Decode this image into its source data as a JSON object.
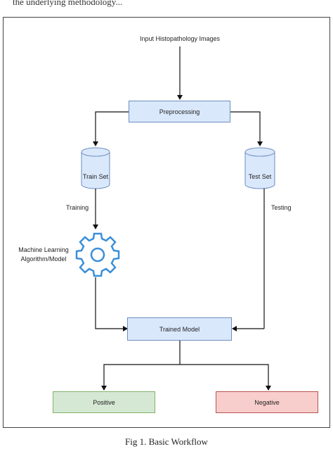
{
  "header_fragment": "the underlying methodology...",
  "diagram": {
    "input_label": "Input Histopathology Images",
    "preprocessing": "Preprocessing",
    "train_set": "Train Set",
    "test_set": "Test Set",
    "training_label": "Training",
    "testing_label": "Testing",
    "ml_label_line1": "Machine Learning",
    "ml_label_line2": "Algorithm/Model",
    "trained_model": "Trained Model",
    "positive": "Positive",
    "negative": "Negative"
  },
  "colors": {
    "process_fill": "#dae8fc",
    "process_border": "#6c8ebf",
    "positive_fill": "#d5e8d4",
    "negative_fill": "#f8cecc",
    "gear": "#3a8fd8"
  },
  "caption": "Fig 1. Basic Workflow"
}
